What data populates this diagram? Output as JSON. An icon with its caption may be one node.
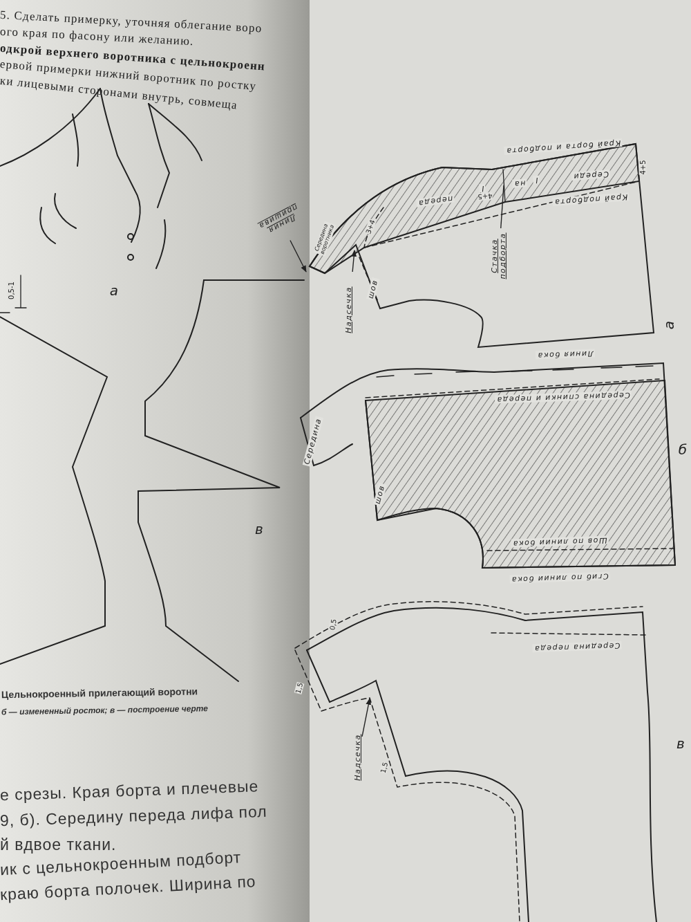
{
  "diagram": {
    "nodes": [
      {
        "text": [
          "Линия пришива"
        ]
      },
      {
        "text": [
          "Надсечка"
        ]
      },
      {
        "text": [
          "Стачка подборта"
        ]
      },
      {
        "text": [
          "Надсечка"
        ]
      }
    ],
    "edges": [
      {
        "from": 0,
        "to": null,
        "arrow": "to"
      },
      {
        "from": 1,
        "to": null,
        "arrow": "to"
      },
      {
        "from": 2,
        "to": null,
        "arrow": "none"
      },
      {
        "from": 3,
        "to": null,
        "arrow": "to"
      }
    ],
    "labels": [
      "5. Сделать примерку, уточняя облегание воро",
      "ого края по фасону или желанию.",
      "одкрой верхнего воротника с цельнокроенн",
      "ервой примерки нижний воротник по ростку",
      "ки лицевыми сторонами внутрь, совмеща",
      "а",
      "0,5-1",
      "в",
      "Цельнокроенный прилегающий воротни",
      "б — измененный росток; в — построение черте",
      "е срезы. Края борта и плечевые",
      "9, б). Середину переда лифа пол",
      "й вдвое ткани.",
      "ик с цельнокроенным подборт",
      "краю борта полочек. Ширина по",
      "Край борта и подборта",
      "Середи",
      "I",
      "на",
      "I",
      "переда",
      "4+5",
      "4+5",
      "Край подборта",
      "а",
      "Середина воротника",
      "3+4",
      "шов",
      "Линия бока",
      "Середина",
      "Середина спинки и переда",
      "шов",
      "Шов по линии бока",
      "Сгиб по линии бока",
      "б",
      "0,5",
      "Середина переда",
      "1,5",
      "1,5",
      "в"
    ]
  }
}
